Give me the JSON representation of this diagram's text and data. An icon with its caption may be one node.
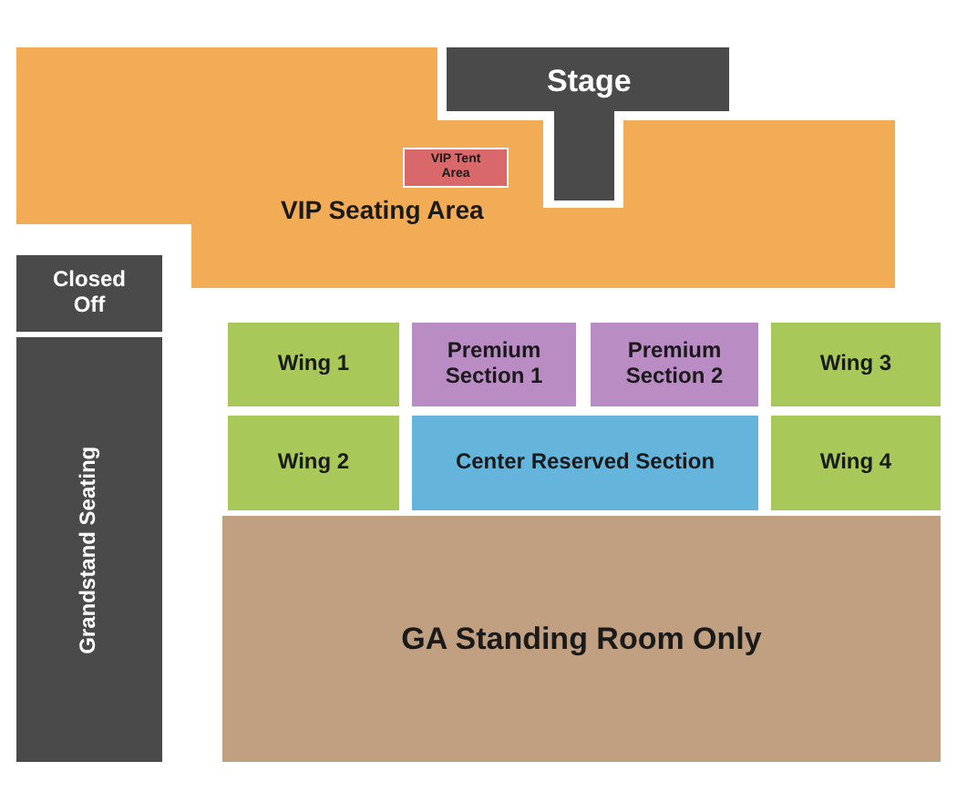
{
  "diagram": {
    "nodes": [
      {
        "text": [
          "VIP Seating Area"
        ]
      },
      {
        "text": [
          "VIP Tent Area"
        ],
        "in": 0
      },
      {
        "text": [
          "Stage"
        ]
      },
      {
        "text": [
          "Closed Off"
        ]
      },
      {
        "text": [
          "Wing 1"
        ]
      },
      {
        "text": [
          "Premium Section 1"
        ]
      },
      {
        "text": [
          "Premium Section 2"
        ]
      },
      {
        "text": [
          "Wing 3"
        ]
      },
      {
        "text": [
          "Wing 2"
        ]
      },
      {
        "text": [
          "Center Reserved Section"
        ]
      },
      {
        "text": [
          "Wing 4"
        ]
      },
      {
        "text": [
          "Grandstand Seating"
        ]
      },
      {
        "text": [
          "GA Standing Room Only"
        ]
      }
    ]
  }
}
